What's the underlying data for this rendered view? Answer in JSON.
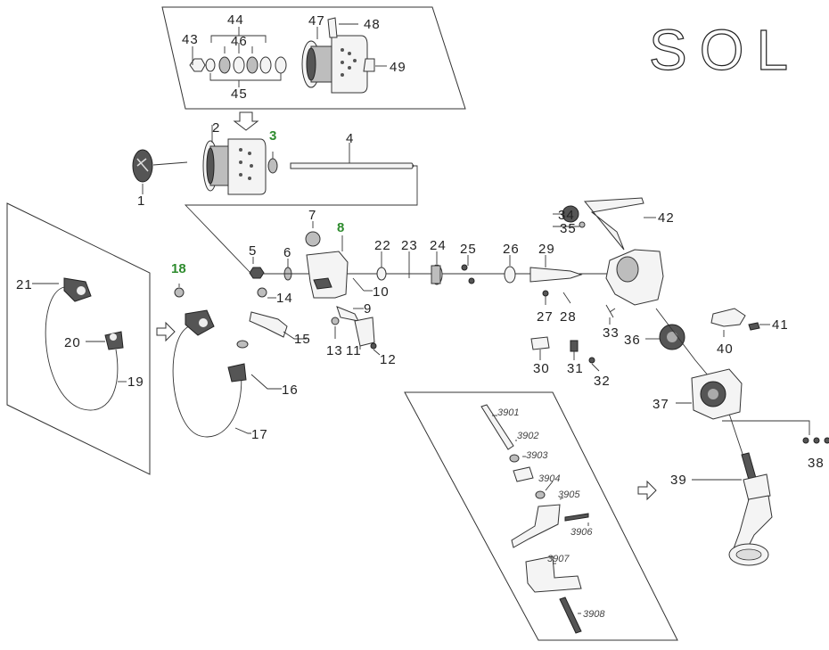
{
  "brand": "SOL",
  "labels": {
    "p1": "1",
    "p2": "2",
    "p3": "3",
    "p4": "4",
    "p5": "5",
    "p6": "6",
    "p7": "7",
    "p8": "8",
    "p9": "9",
    "p10": "10",
    "p11": "11",
    "p12": "12",
    "p13": "13",
    "p14": "14",
    "p15": "15",
    "p16": "16",
    "p17": "17",
    "p18": "18",
    "p19": "19",
    "p20": "20",
    "p21": "21",
    "p22": "22",
    "p23": "23",
    "p24": "24",
    "p25": "25",
    "p26": "26",
    "p27": "27",
    "p28": "28",
    "p29": "29",
    "p30": "30",
    "p31": "31",
    "p32": "32",
    "p33": "33",
    "p34": "34",
    "p35": "35",
    "p36": "36",
    "p37": "37",
    "p38": "38",
    "p39": "39",
    "p40": "40",
    "p41": "41",
    "p42": "42",
    "p43": "43",
    "p44": "44",
    "p45": "45",
    "p46": "46",
    "p47": "47",
    "p48": "48",
    "p49": "49",
    "p3901": "3901",
    "p3902": "3902",
    "p3903": "3903",
    "p3904": "3904",
    "p3905": "3905",
    "p3906": "3906",
    "p3907": "3907",
    "p3908": "3908"
  },
  "highlight_color": "#2e8b2e"
}
